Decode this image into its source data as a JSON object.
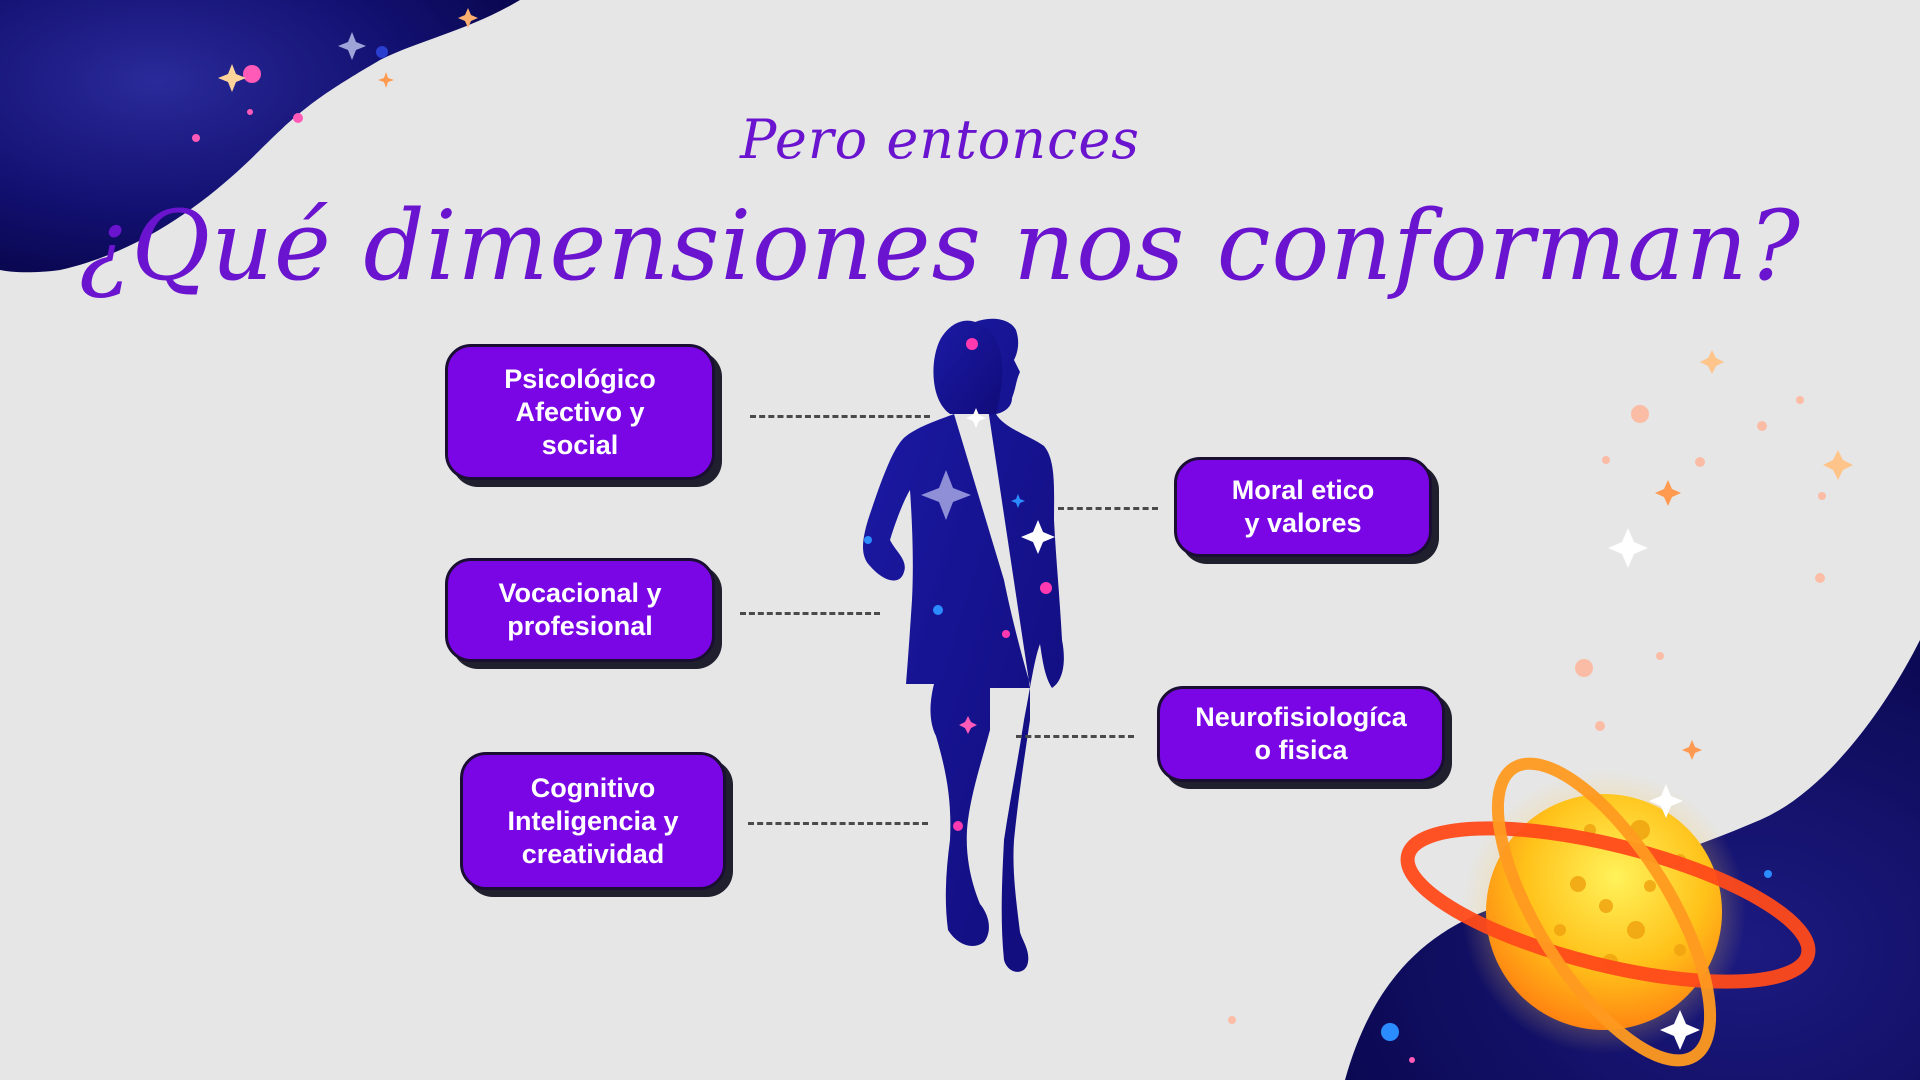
{
  "title": {
    "line1": "Pero entonces",
    "line2": "¿Qué dimensiones nos conforman?"
  },
  "dimensions": {
    "psicologico": "Psicológico\nAfectivo y\nsocial",
    "vocacional": "Vocacional y\nprofesional",
    "cognitivo": "Cognitivo\nInteligencia y\ncreatividad",
    "moral": "Moral etico\ny valores",
    "neuro": "Neurofisiologíca\no fisica"
  },
  "colors": {
    "background": "#e6e6e6",
    "accent_purple": "#7a06e6",
    "title_purple": "#6a14cf",
    "space_navy": "#0d0a5e",
    "planet_yellow": "#ffd21f",
    "ring_orange": "#ff5a1f"
  },
  "icons": [
    "human-silhouette-icon",
    "planet-icon",
    "sparkle-star-icon"
  ]
}
